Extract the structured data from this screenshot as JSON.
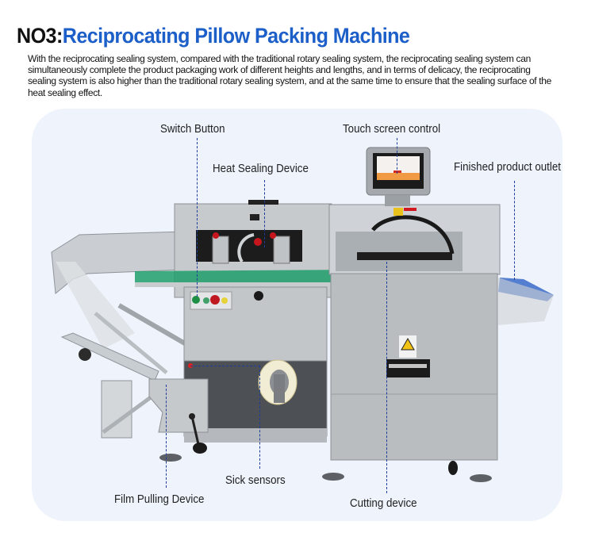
{
  "header": {
    "title_prefix": "NO3:",
    "title_name": "Reciprocating Pillow Packing Machine",
    "title_color": "#1d5fc9",
    "description": "With the reciprocating sealing system, compared with the traditional rotary sealing system, the reciprocating sealing system can simultaneously complete the product packaging work of different heights and lengths, and in terms of delicacy, the reciprocating sealing system is also higher than the traditional rotary sealing system, and at the same time to ensure that the sealing surface of the heat sealing effect."
  },
  "diagram": {
    "image_subject": "Reciprocating pillow packing machine",
    "panel_color": "#eef3fc",
    "leader_line_color": "#1d3c9c",
    "callouts": [
      {
        "id": "switch-button",
        "label": "Switch Button"
      },
      {
        "id": "heat-sealing-device",
        "label": "Heat Sealing Device"
      },
      {
        "id": "touch-screen-control",
        "label": "Touch screen control"
      },
      {
        "id": "finished-product-outlet",
        "label": "Finished product outlet"
      },
      {
        "id": "sick-sensors",
        "label": "Sick sensors"
      },
      {
        "id": "film-pulling-device",
        "label": "Film Pulling Device"
      },
      {
        "id": "cutting-device",
        "label": "Cutting device"
      }
    ]
  }
}
